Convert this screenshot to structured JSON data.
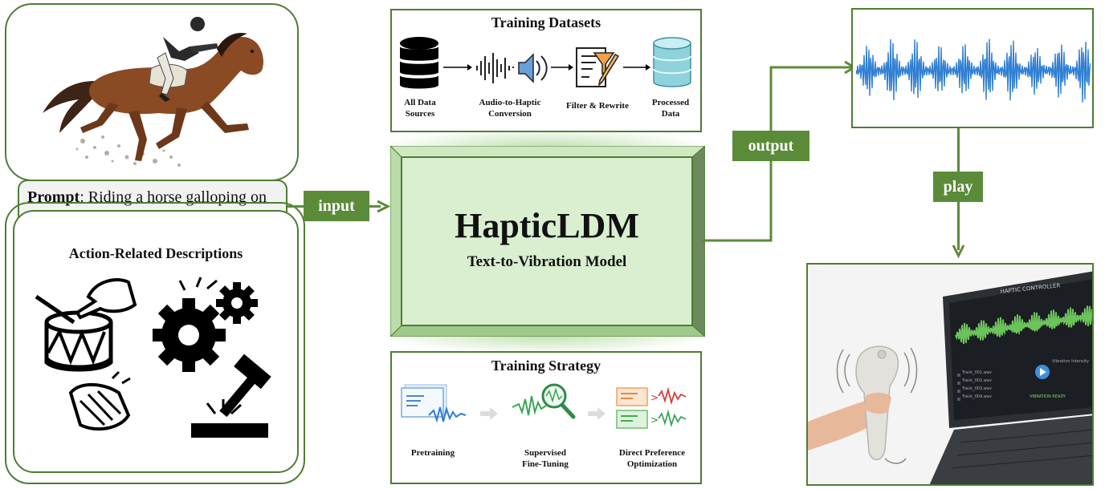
{
  "prompt": {
    "label": "Prompt",
    "text": ": Riding a horse galloping on hard ground"
  },
  "action_descriptions": {
    "title": "Action-Related Descriptions"
  },
  "connectors": {
    "input": "input",
    "output": "output",
    "play": "play"
  },
  "model": {
    "name": "HapticLDM",
    "subtitle": "Text-to-Vibration Model"
  },
  "training_datasets": {
    "title": "Training Datasets",
    "steps": [
      {
        "line1": "All Data",
        "line2": "Sources",
        "icon": "database-icon"
      },
      {
        "line1": "Audio-to-Haptic",
        "line2": "Conversion",
        "icon": "audio-waveform-speaker-icon"
      },
      {
        "line1": "Filter & Rewrite",
        "line2": "",
        "icon": "filter-document-pen-icon"
      },
      {
        "line1": "Processed",
        "line2": "Data",
        "icon": "processed-data-cylinder-icon"
      }
    ]
  },
  "training_strategy": {
    "title": "Training Strategy",
    "steps": [
      {
        "line1": "Pretraining",
        "line2": "",
        "icon": "document-waveform-icon"
      },
      {
        "line1": "Supervised",
        "line2": "Fine-Tuning",
        "icon": "waveform-magnifier-icon"
      },
      {
        "line1": "Direct Preference",
        "line2": "Optimization",
        "icon": "preference-comparison-icon"
      }
    ]
  },
  "controller_screen": {
    "title": "HAPTIC CONTROLLER",
    "tracks": [
      "Track_001.wav",
      "Track_002.wav",
      "Track_003.wav",
      "Track_004.wav"
    ],
    "status": "VIBRATION READY",
    "side_label": "Vibration Intensity"
  },
  "colors": {
    "accent_green": "#5b8b39",
    "waveform_blue": "#2f7fd3",
    "screen_wave_green": "#6cc35b",
    "model_fill": "#d9efd0"
  }
}
